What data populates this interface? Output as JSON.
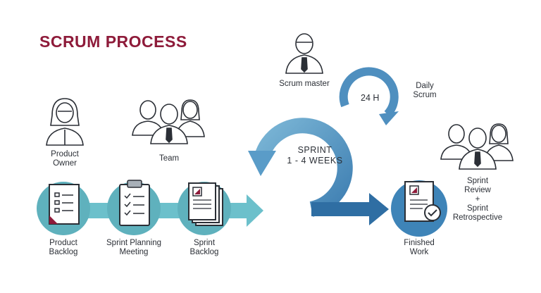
{
  "title": "SCRUM PROCESS",
  "roles": {
    "product_owner": [
      "Product",
      "Owner"
    ],
    "team": "Team",
    "scrum_master": "Scrum master"
  },
  "daily": {
    "label": [
      "Daily",
      "Scrum"
    ],
    "duration": "24 H"
  },
  "sprint": {
    "line1": "SPRINT",
    "line2": "1 - 4 WEEKS"
  },
  "steps": {
    "product_backlog": [
      "Product",
      "Backlog"
    ],
    "sprint_planning": [
      "Sprint Planning",
      "Meeting"
    ],
    "sprint_backlog": [
      "Sprint",
      "Backlog"
    ],
    "finished_work": [
      "Finished",
      "Work"
    ]
  },
  "review": [
    "Sprint",
    "Review",
    "+",
    "Sprint",
    "Retrospective"
  ],
  "colors": {
    "title": "#8e1b3a",
    "teal": "#5fb1bd",
    "blue": "#3e84b8",
    "dark_blue": "#2f6ea3",
    "line": "#2b2f36"
  }
}
